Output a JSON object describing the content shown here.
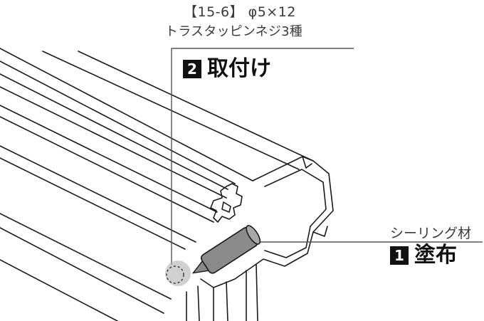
{
  "callouts": {
    "part_code": "【15-6】 φ5×12",
    "part_name": "トラスタッピンネジ3種",
    "step2_number": "2",
    "step2_label": "取付け",
    "sealant_label": "シーリング材",
    "step1_number": "1",
    "step1_label": "塗布"
  },
  "colors": {
    "line": "#1a1a1a",
    "leader": "#555555",
    "marker": "#111111",
    "tube_body": "#8a8a8a",
    "highlight": "#b0b0b0"
  }
}
